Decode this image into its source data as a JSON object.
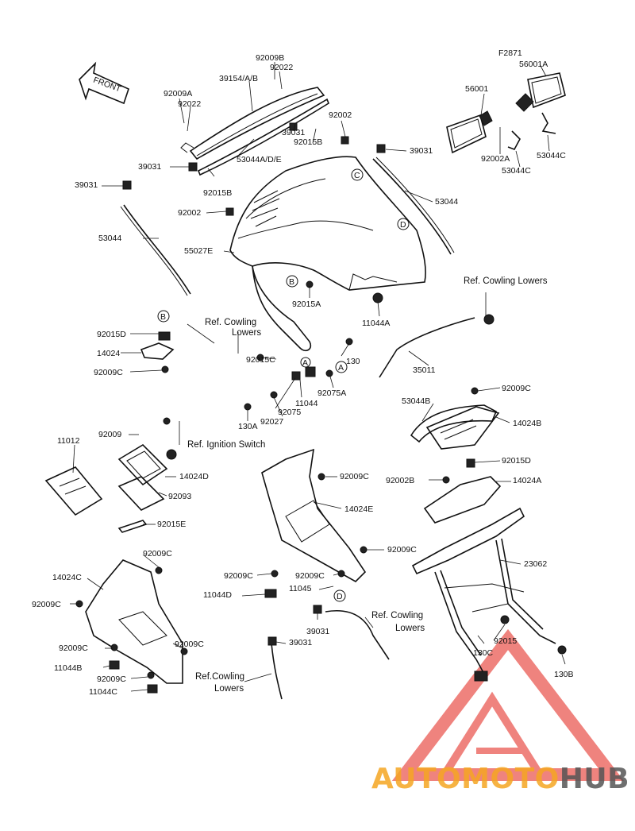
{
  "diagram_code": "F2871",
  "front_label": "FRONT",
  "parts": {
    "p92009B": "92009B",
    "p92022a": "92022",
    "p39154": "39154/A/B",
    "p92009A": "92009A",
    "p92022b": "92022",
    "p39031a": "39031",
    "p92015Ba": "92015B",
    "p53044ADE": "53044A/D/E",
    "p92002a": "92002",
    "p39031b": "39031",
    "p92015Bb": "92015B",
    "p39031c": "39031",
    "p39031d": "39031",
    "p53044a": "53044",
    "p53044b": "53044",
    "p92002b": "92002",
    "p55027E": "55027E",
    "p92015A": "92015A",
    "p11044A": "11044A",
    "p56001A": "56001A",
    "p56001": "56001",
    "p92002A": "92002A",
    "p53044Ca": "53044C",
    "p53044Cb": "53044C",
    "p92015D": "92015D",
    "p14024": "14024",
    "p92009Ca": "92009C",
    "p92015C": "92015C",
    "p130": "130",
    "p92075A": "92075A",
    "p11044": "11044",
    "p92075": "92075",
    "p92027": "92027",
    "p130A": "130A",
    "p35011": "35011",
    "p53044B": "53044B",
    "p92009Cb": "92009C",
    "p14024B": "14024B",
    "p92015Da": "92015D",
    "p92002B": "92002B",
    "p14024A": "14024A",
    "p11012": "11012",
    "p92009": "92009",
    "p14024D": "14024D",
    "p92093": "92093",
    "p92015E": "92015E",
    "p92009Cc": "92009C",
    "p14024E": "14024E",
    "p92009Cd": "92009C",
    "p23062": "23062",
    "p92009Ce": "92009C",
    "p14024C": "14024C",
    "p92009Cf": "92009C",
    "p92009Cg": "92009C",
    "p11044D": "11044D",
    "p92009Ch": "92009C",
    "p11045": "11045",
    "p92009Ci": "92009C",
    "p92009Cj": "92009C",
    "p11044B": "11044B",
    "p92009Ck": "92009C",
    "p11044C": "11044C",
    "p39031e": "39031",
    "p39031f": "39031",
    "p130C": "130C",
    "p92015": "92015",
    "p130B": "130B"
  },
  "callouts": {
    "a": "A",
    "b": "B",
    "c": "C",
    "d": "D"
  },
  "references": {
    "cowling_lowers_1": [
      "Ref. Cowling Lowers"
    ],
    "cowling_lowers_2": [
      "Ref. Cowling",
      "Lowers"
    ],
    "ignition_switch": [
      "Ref. Ignition Switch"
    ],
    "cowling_lowers_3": [
      "Ref. Cowling",
      "Lowers"
    ],
    "cowling_lowers_4": [
      "Ref.Cowling",
      "Lowers"
    ]
  },
  "watermark": {
    "part1": "AUTOMOTO",
    "part2": "HUB",
    "colors": {
      "triangle": "#e8423a",
      "part1": "#f5a623",
      "part2": "#555555"
    }
  }
}
